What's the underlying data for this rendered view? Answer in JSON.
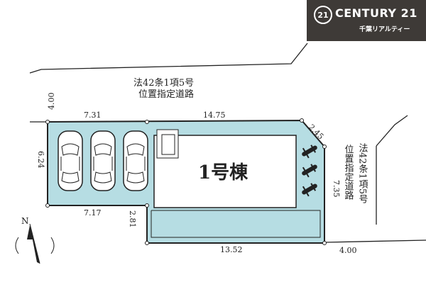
{
  "logo": {
    "mark": "21",
    "name": "CENTURY 21",
    "sub": "千葉リアルティー"
  },
  "colors": {
    "lot_fill": "#b6dde3",
    "line": "#222222",
    "logo_bg": "#3e3a37"
  },
  "roads": {
    "north_line1": "法42条1項5号",
    "north_line2": "位置指定道路",
    "east_line1": "法42条1項5号",
    "east_line2": "位置指定道路"
  },
  "building": {
    "label": "1号棟"
  },
  "dimensions": {
    "road_width_north": "4.00",
    "top_left": "7.31",
    "top_right": "14.75",
    "corner": "2.45",
    "left_side": "6.24",
    "bottom_left": "7.17",
    "step": "2.81",
    "bottom": "13.52",
    "right_side": "7.35",
    "road_width_east": "4.00"
  },
  "compass": {
    "label": "N"
  },
  "parking": {
    "cars": 3,
    "bikes": 3
  }
}
